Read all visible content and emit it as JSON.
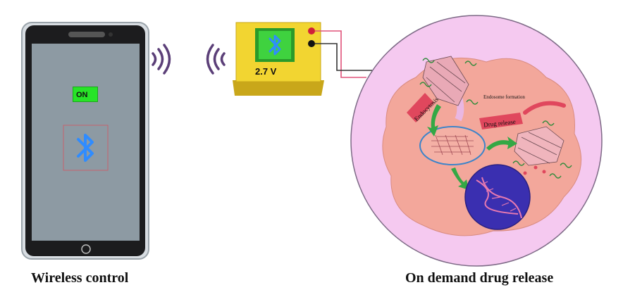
{
  "phone": {
    "status_label": "ON"
  },
  "battery": {
    "voltage_label": "2.7 V"
  },
  "cell": {
    "label_endocytosis": "Endocytosis",
    "label_endosome": "Endosome formation",
    "label_drug_release": "Drug release"
  },
  "captions": {
    "left": "Wireless control",
    "right": "On demand drug release"
  },
  "icons": [
    "bluetooth-icon",
    "wireless-signal-icon",
    "dna-icon"
  ],
  "colors": {
    "phone_screen": "#8d9aa3",
    "on_badge": "#27e427",
    "bluetooth": "#2f8cff",
    "battery_body": "#f2d531",
    "cell_circle": "#f5c9f0",
    "cell_body": "#f3a79b",
    "nucleus": "#3a2fb0"
  }
}
